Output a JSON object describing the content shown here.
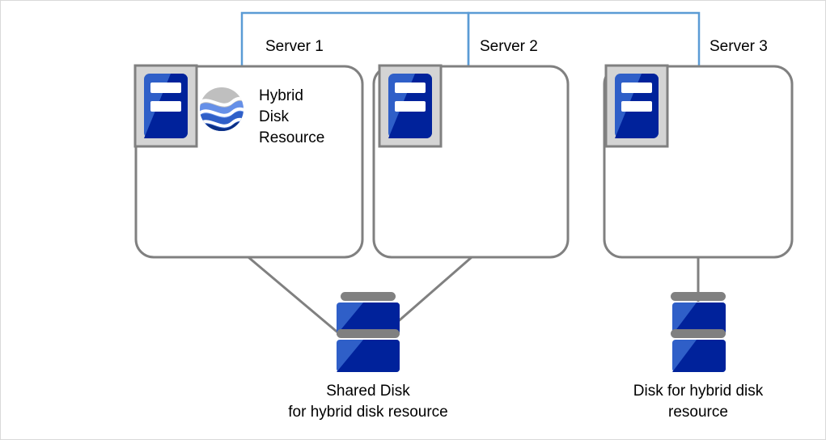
{
  "diagram": {
    "title_hidden": "",
    "colors": {
      "frame_blue": "#5b9bd5",
      "box_gray": "#808080",
      "icon_frame_gray": "#d0d0d0",
      "icon_frame_border": "#808080",
      "blue_light": "#2f5fc8",
      "blue_dark": "#00229b",
      "disk_band_gray": "#808080",
      "globe_gray": "#bfbfbf",
      "globe_light_blue": "#6690e8",
      "globe_mid_blue": "#2f5fc8",
      "globe_dark_blue": "#0b2f85",
      "page_border": "#d9d9d9",
      "text": "#000000"
    },
    "group_frames": [
      {
        "name": "server-1-frame",
        "label": "Server 1"
      },
      {
        "name": "server-2-frame",
        "label": "Server 2"
      }
    ],
    "servers": [
      {
        "id": "server-1",
        "label": "Server 1",
        "icon": "server-icon",
        "has_resource": true,
        "resource_icon": "hybrid-disk-globe-icon",
        "resource_label": "Hybrid\nDisk\nResource"
      },
      {
        "id": "server-2",
        "label": "Server 2",
        "icon": "server-icon",
        "has_resource": false,
        "resource_icon": "",
        "resource_label": ""
      },
      {
        "id": "server-3",
        "label": "Server 3",
        "icon": "server-icon",
        "has_resource": false,
        "resource_icon": "",
        "resource_label": ""
      }
    ],
    "disks": [
      {
        "id": "shared-disk",
        "icon": "disk-stack-icon",
        "caption": "Shared Disk\nfor hybrid disk resource",
        "caption_line_1": "Shared Disk",
        "caption_line_2": "for hybrid disk resource",
        "connected_to": [
          "Server 1",
          "Server 2"
        ]
      },
      {
        "id": "hybrid-disk",
        "icon": "disk-stack-icon",
        "caption": "Disk for hybrid disk\nresource",
        "caption_line_1": "Disk for hybrid disk",
        "caption_line_2": "resource",
        "connected_to": [
          "Server 3"
        ]
      }
    ]
  }
}
